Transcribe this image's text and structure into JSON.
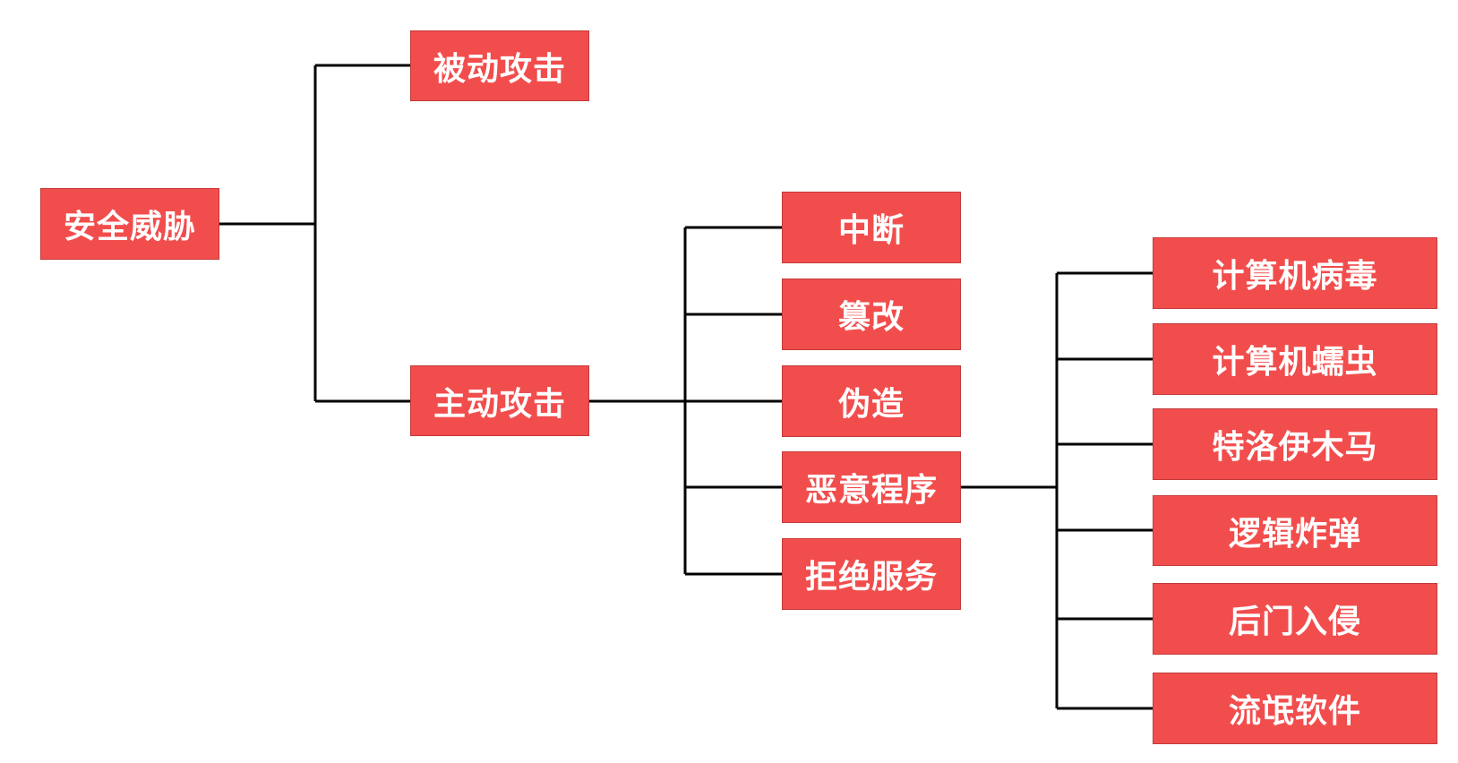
{
  "diagram": {
    "root": {
      "label": "安全威胁"
    },
    "passive": {
      "label": "被动攻击"
    },
    "active": {
      "label": "主动攻击"
    },
    "active_children": {
      "interrupt": {
        "label": "中断"
      },
      "tamper": {
        "label": "篡改"
      },
      "forge": {
        "label": "伪造"
      },
      "malware": {
        "label": "恶意程序"
      },
      "dos": {
        "label": "拒绝服务"
      }
    },
    "malware_children": {
      "virus": {
        "label": "计算机病毒"
      },
      "worm": {
        "label": "计算机蠕虫"
      },
      "trojan": {
        "label": "特洛伊木马"
      },
      "logic_bomb": {
        "label": "逻辑炸弹"
      },
      "backdoor": {
        "label": "后门入侵"
      },
      "rogue": {
        "label": "流氓软件"
      }
    }
  },
  "colors": {
    "node_fill": "#f24d4d",
    "node_border": "#c23a3a",
    "node_text": "#ffffff",
    "connector": "#000000"
  }
}
